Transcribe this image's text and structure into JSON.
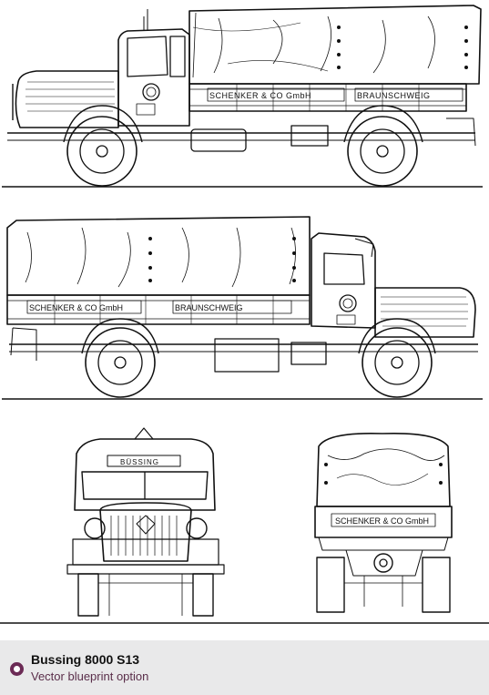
{
  "blueprint": {
    "cargo_text_1": "SCHENKER & CO GmbH",
    "cargo_text_2": "BRAUNSCHWEIG",
    "rear_text": "SCHENKER & CO GmbH",
    "front_badge": "BÜSSING"
  },
  "caption": {
    "title": "Bussing 8000 S13",
    "subtitle": "Vector blueprint option"
  }
}
